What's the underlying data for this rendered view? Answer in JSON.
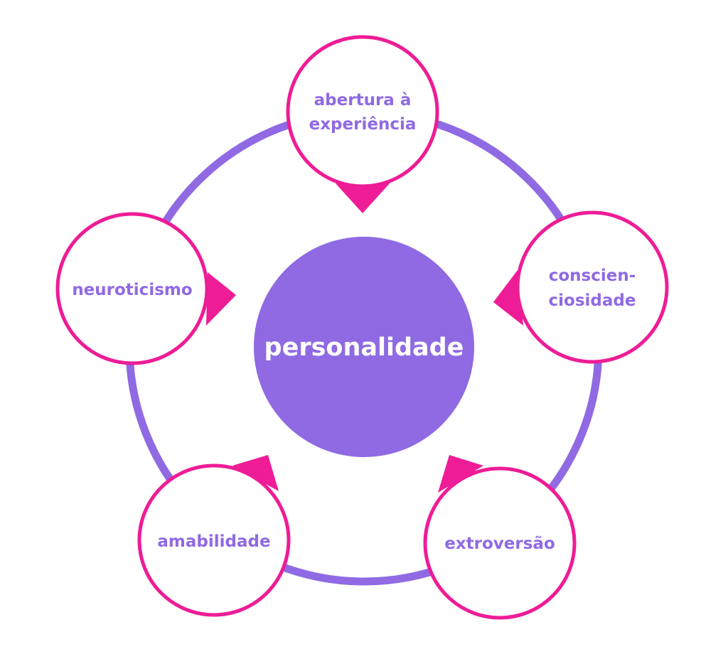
{
  "diagram": {
    "center": {
      "label": "personalidade"
    },
    "nodes": [
      {
        "id": "abertura",
        "lines": [
          "abertura à",
          "experiência"
        ]
      },
      {
        "id": "conscienciosidade",
        "lines": [
          "conscien-",
          "ciosidade"
        ]
      },
      {
        "id": "extroversao",
        "lines": [
          "extroversão"
        ]
      },
      {
        "id": "amabilidade",
        "lines": [
          "amabilidade"
        ]
      },
      {
        "id": "neuroticismo",
        "lines": [
          "neuroticismo"
        ]
      }
    ]
  },
  "colors": {
    "ring": "#8f6ae3",
    "center_fill": "#8f6ae3",
    "node_border": "#ee1c96",
    "pointer": "#ee1c96",
    "node_text": "#8f6ae3",
    "center_text": "#ffffff",
    "node_fill": "#ffffff"
  }
}
